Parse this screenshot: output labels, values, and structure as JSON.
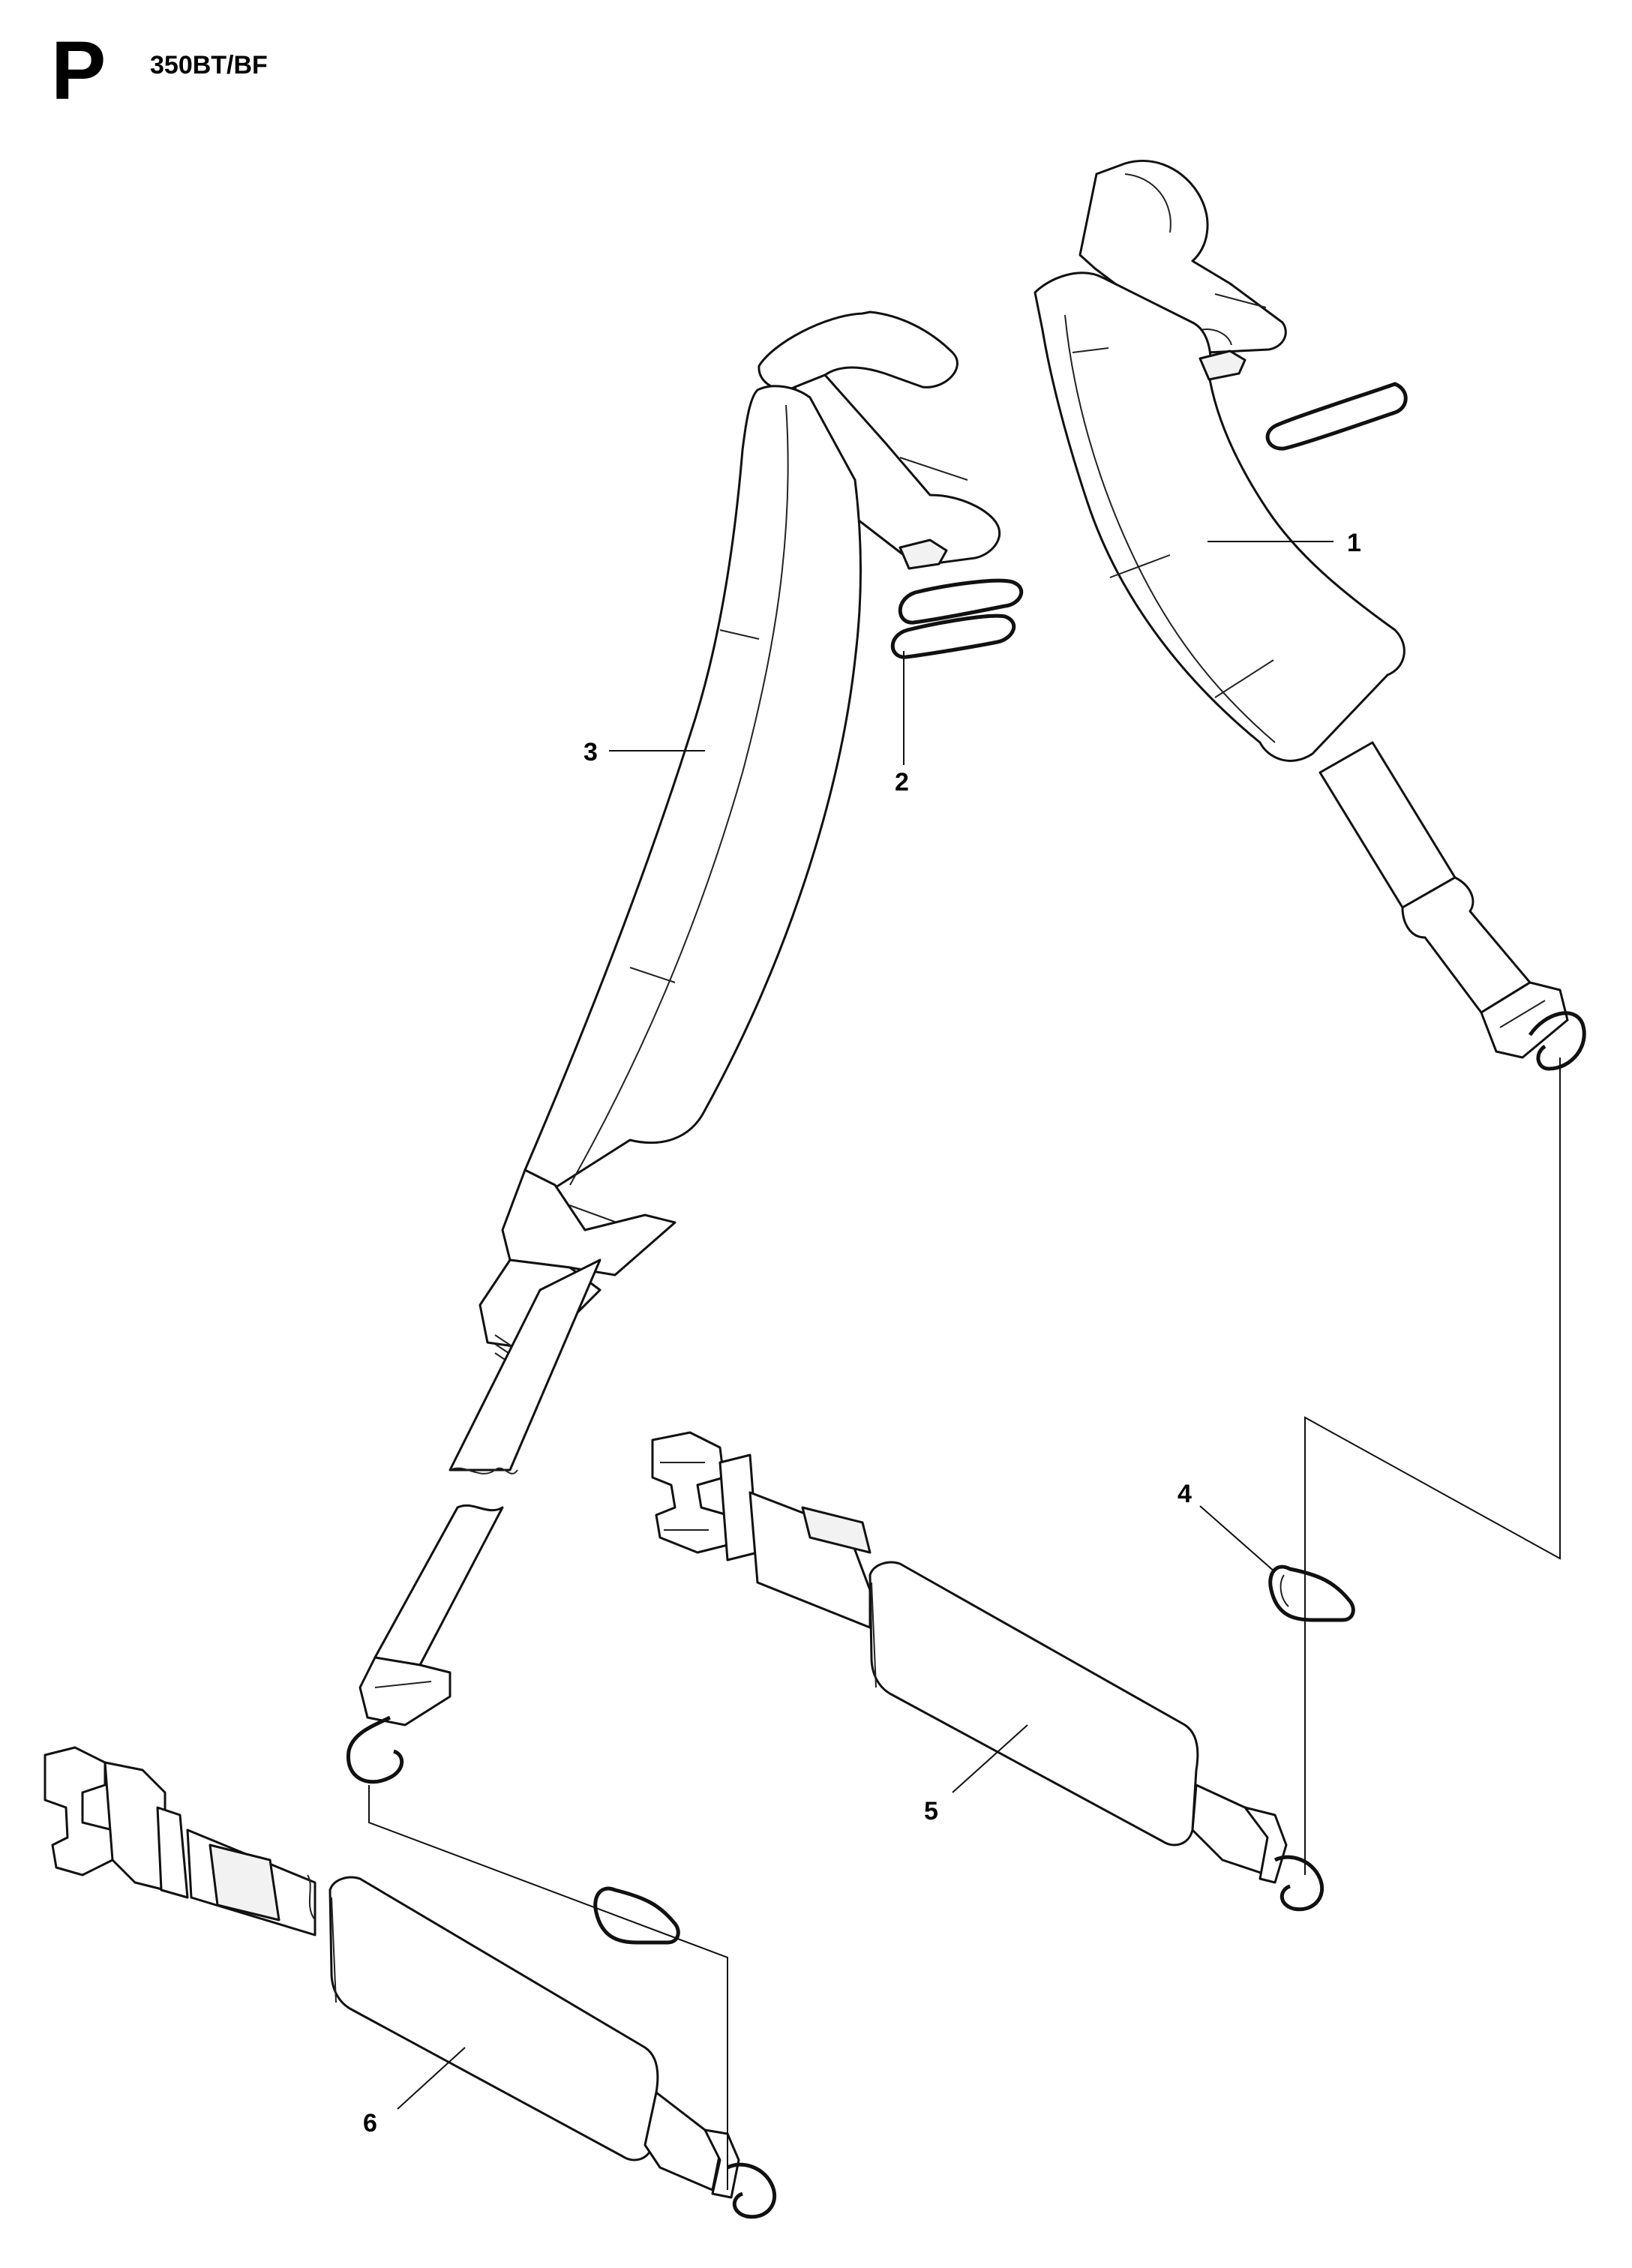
{
  "header": {
    "section_letter": "P",
    "model_code": "350BT/BF"
  },
  "callouts": [
    {
      "id": "1",
      "label": "1"
    },
    {
      "id": "2",
      "label": "2"
    },
    {
      "id": "3",
      "label": "3"
    },
    {
      "id": "4",
      "label": "4"
    },
    {
      "id": "5",
      "label": "5"
    },
    {
      "id": "6",
      "label": "6"
    }
  ]
}
